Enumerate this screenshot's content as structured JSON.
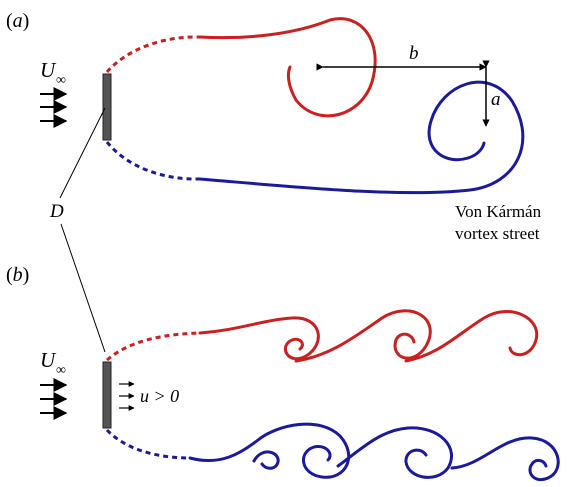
{
  "panel_a": {
    "label_prefix": "(",
    "label_letter": "a",
    "label_suffix": ")",
    "u_symbol": "U",
    "u_subscript": "∞",
    "dim_b": "b",
    "dim_a": "a",
    "caption_line1": "Von Kármán",
    "caption_line2": "vortex street"
  },
  "panel_b": {
    "label_prefix": "(",
    "label_letter": "b",
    "label_suffix": ")",
    "u_symbol": "U",
    "u_subscript": "∞",
    "blowing_label": "u > 0"
  },
  "plate_label": "D",
  "colors": {
    "upper": "#cc1f1f",
    "lower": "#1a1a9c",
    "plate": "#555555"
  },
  "icons": [
    "arrow-right-icon",
    "double-arrow-icon"
  ]
}
